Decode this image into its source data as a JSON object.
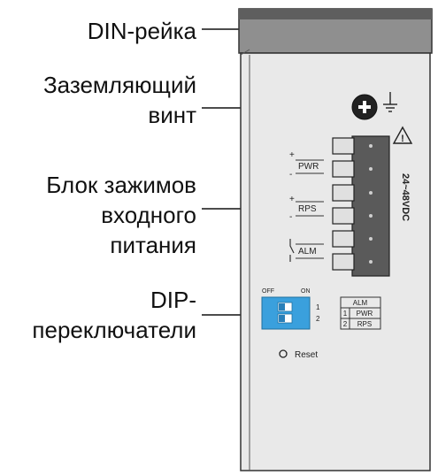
{
  "callouts": {
    "din_rail": "DIN-рейка",
    "ground_screw_line1": "Заземляющий",
    "ground_screw_line2": "винт",
    "terminal_block_line1": "Блок зажимов",
    "terminal_block_line2": "входного",
    "terminal_block_line3": "питания",
    "dip_line1": "DIP-",
    "dip_line2": "переключатели"
  },
  "device": {
    "terminal_labels": {
      "pwr": "PWR",
      "rps": "RPS",
      "alm": "ALM",
      "plus": "+",
      "minus": "-"
    },
    "voltage_label": "24~48VDC",
    "warning_symbol": "!",
    "dip": {
      "off_label": "OFF",
      "on_label": "ON",
      "switch_1": "1",
      "switch_2": "2"
    },
    "alarm_table": {
      "header": "ALM",
      "rows": [
        {
          "num": "1",
          "label": "PWR"
        },
        {
          "num": "2",
          "label": "RPS"
        }
      ]
    },
    "reset_label": "Reset"
  },
  "colors": {
    "body": "#e9e9e9",
    "din_rail": "#8f8f8f",
    "terminal_block": "#5a5a5a",
    "dip_switch": "#3aa0dd",
    "outline": "#333333"
  }
}
